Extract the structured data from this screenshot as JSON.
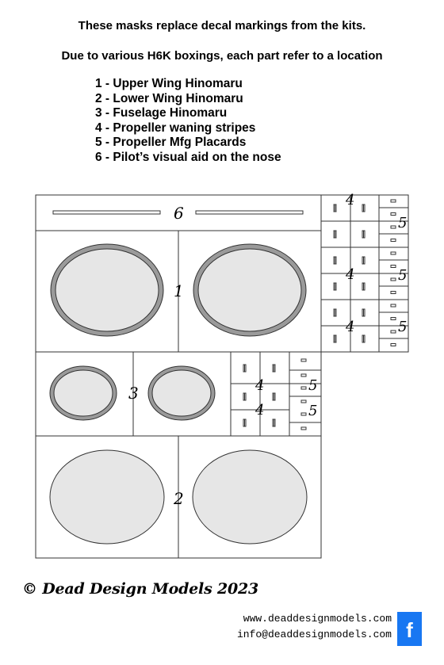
{
  "header": {
    "line1": "These masks replace decal markings from the kits.",
    "line2": "Due to various H6K boxings, each part refer to a location"
  },
  "legend": [
    "1 - Upper Wing Hinomaru",
    "2 - Lower Wing Hinomaru",
    "3 - Fuselage Hinomaru",
    "4 - Propeller waning stripes",
    "5 - Propeller Mfg Placards",
    "6 - Pilot’s visual aid on the nose"
  ],
  "sheet_labels": {
    "upper_wing": "1",
    "lower_wing": "2",
    "fuselage": "3",
    "prop_stripes": "4",
    "placards": "5",
    "nose_aid": "6"
  },
  "colors": {
    "mask_fill": "#e6e6e6",
    "ring_fill": "#9a9a9a",
    "line": "#333333",
    "facebook": "#1877f2"
  },
  "footer": {
    "copyright": "© Dead Design Models 2023",
    "website": "www.deaddesignmodels.com",
    "email": "info@deaddesignmodels.com",
    "facebook_icon": "f"
  }
}
